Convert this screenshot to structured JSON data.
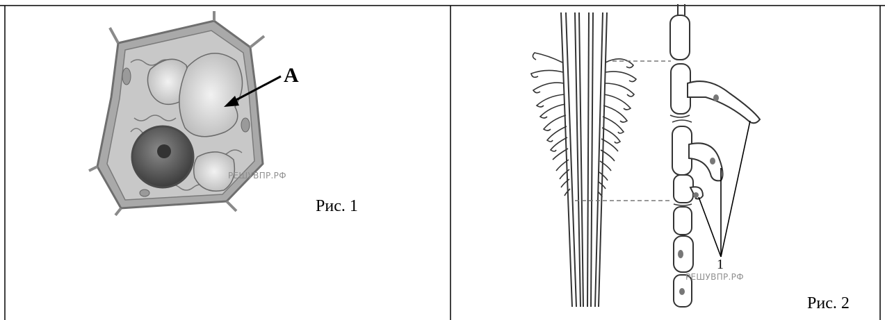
{
  "figure1": {
    "caption": "Рис. 1",
    "label": "A",
    "watermark": "РЕШУВПР.РФ"
  },
  "figure2": {
    "caption": "Рис. 2",
    "label": "1",
    "watermark": "РЕШУВПР.РФ"
  }
}
